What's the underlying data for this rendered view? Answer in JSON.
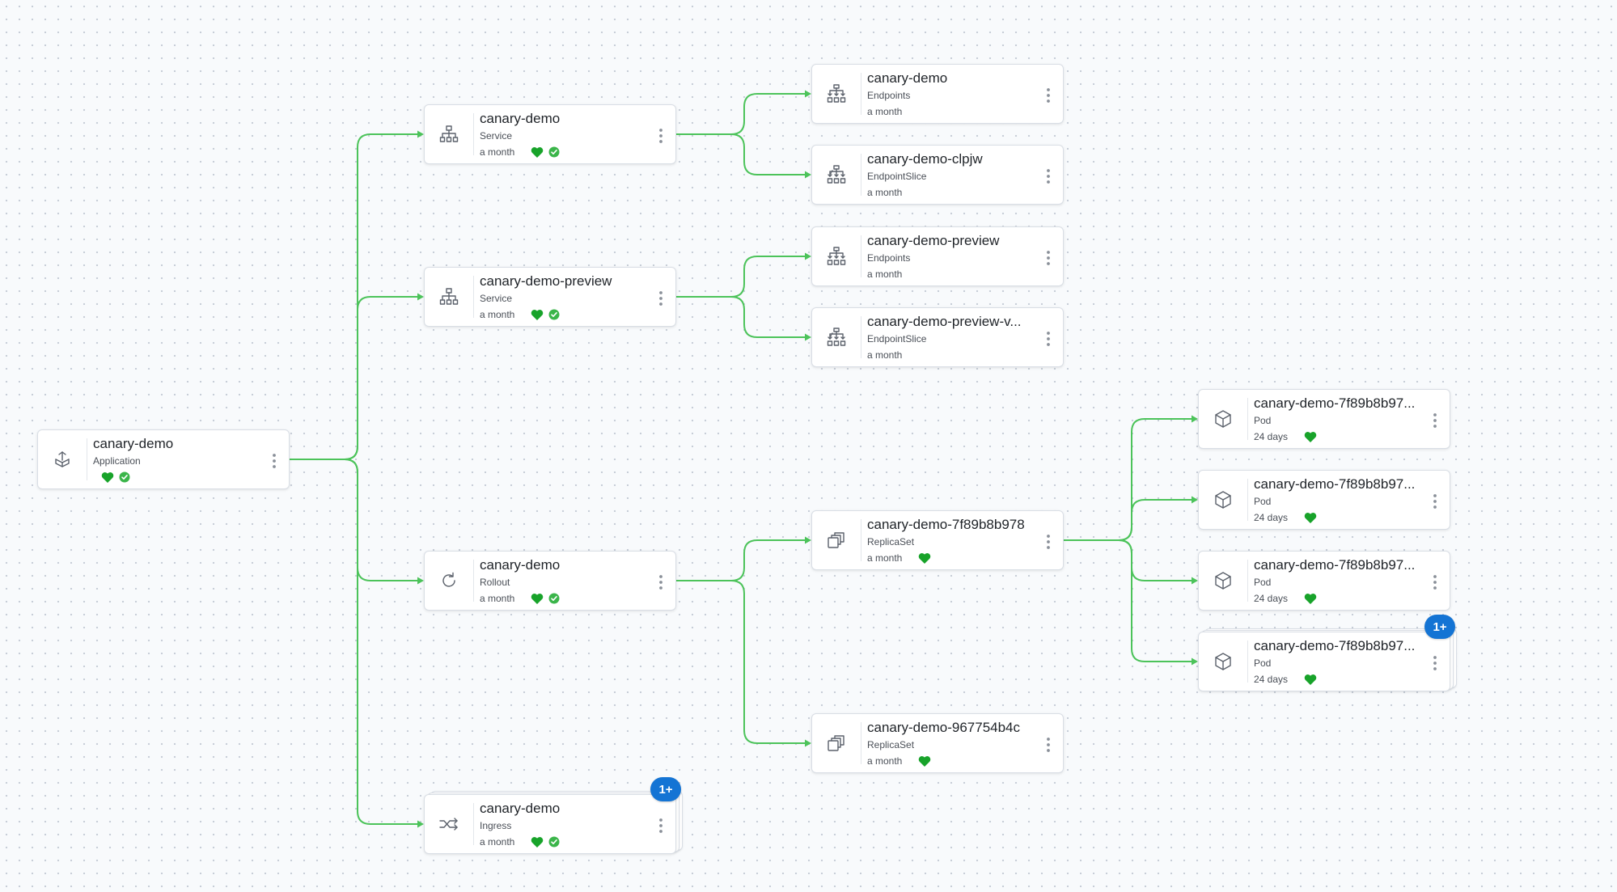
{
  "nodes": [
    {
      "id": "app",
      "name": "canary-demo",
      "kind": "Application",
      "age": "",
      "icon": "application-icon",
      "health": true,
      "sync": true
    },
    {
      "id": "svc",
      "name": "canary-demo",
      "kind": "Service",
      "age": "a month",
      "icon": "service-icon",
      "health": true,
      "sync": true
    },
    {
      "id": "svcp",
      "name": "canary-demo-preview",
      "kind": "Service",
      "age": "a month",
      "icon": "service-icon",
      "health": true,
      "sync": true
    },
    {
      "id": "ro",
      "name": "canary-demo",
      "kind": "Rollout",
      "age": "a month",
      "icon": "rollout-icon",
      "health": true,
      "sync": true
    },
    {
      "id": "ing",
      "name": "canary-demo",
      "kind": "Ingress",
      "age": "a month",
      "icon": "ingress-icon",
      "health": true,
      "sync": true,
      "badge": "1+"
    },
    {
      "id": "ep",
      "name": "canary-demo",
      "kind": "Endpoints",
      "age": "a month",
      "icon": "endpoints-icon",
      "health": false,
      "sync": false
    },
    {
      "id": "eps",
      "name": "canary-demo-clpjw",
      "kind": "EndpointSlice",
      "age": "a month",
      "icon": "endpointslice-icon",
      "health": false,
      "sync": false
    },
    {
      "id": "epp",
      "name": "canary-demo-preview",
      "kind": "Endpoints",
      "age": "a month",
      "icon": "endpoints-icon",
      "health": false,
      "sync": false
    },
    {
      "id": "epsp",
      "name": "canary-demo-preview-v...",
      "kind": "EndpointSlice",
      "age": "a month",
      "icon": "endpointslice-icon",
      "health": false,
      "sync": false
    },
    {
      "id": "rs1",
      "name": "canary-demo-7f89b8b978",
      "kind": "ReplicaSet",
      "age": "a month",
      "icon": "replicaset-icon",
      "health": true,
      "sync": false
    },
    {
      "id": "rs2",
      "name": "canary-demo-967754b4c",
      "kind": "ReplicaSet",
      "age": "a month",
      "icon": "replicaset-icon",
      "health": true,
      "sync": false
    },
    {
      "id": "pod1",
      "name": "canary-demo-7f89b8b97...",
      "kind": "Pod",
      "age": "24 days",
      "icon": "pod-icon",
      "health": true,
      "sync": false
    },
    {
      "id": "pod2",
      "name": "canary-demo-7f89b8b97...",
      "kind": "Pod",
      "age": "24 days",
      "icon": "pod-icon",
      "health": true,
      "sync": false
    },
    {
      "id": "pod3",
      "name": "canary-demo-7f89b8b97...",
      "kind": "Pod",
      "age": "24 days",
      "icon": "pod-icon",
      "health": true,
      "sync": false
    },
    {
      "id": "pod4",
      "name": "canary-demo-7f89b8b97...",
      "kind": "Pod",
      "age": "24 days",
      "icon": "pod-icon",
      "health": true,
      "sync": false,
      "badge": "1+"
    }
  ],
  "edges": [
    [
      "app",
      "svc"
    ],
    [
      "app",
      "svcp"
    ],
    [
      "app",
      "ro"
    ],
    [
      "app",
      "ing"
    ],
    [
      "svc",
      "ep"
    ],
    [
      "svc",
      "eps"
    ],
    [
      "svcp",
      "epp"
    ],
    [
      "svcp",
      "epsp"
    ],
    [
      "ro",
      "rs1"
    ],
    [
      "ro",
      "rs2"
    ],
    [
      "rs1",
      "pod1"
    ],
    [
      "rs1",
      "pod2"
    ],
    [
      "rs1",
      "pod3"
    ],
    [
      "rs1",
      "pod4"
    ]
  ],
  "colors": {
    "edge": "#4cc35a",
    "health": "#18a32a",
    "sync": "#3bb54a",
    "badge": "#1474d4",
    "icon": "#5b616b"
  }
}
